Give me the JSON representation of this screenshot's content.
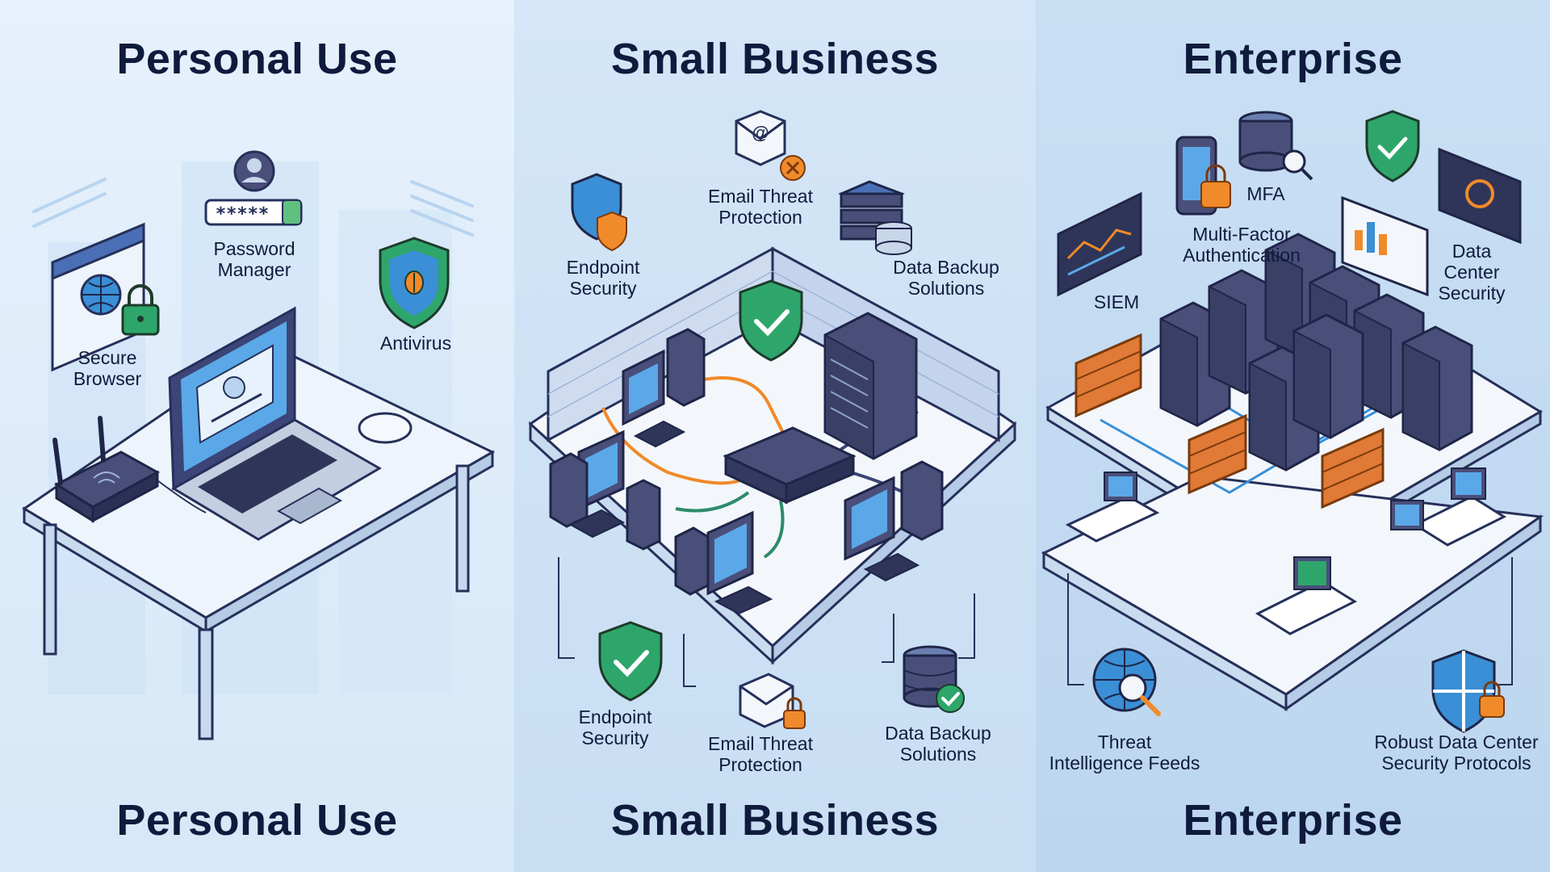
{
  "panels": [
    {
      "id": "personal",
      "title_top": "Personal Use",
      "title_bottom": "Personal Use",
      "labels": {
        "password_manager": "Password\nManager",
        "password_text": "*****",
        "secure_browser": "Secure\nBrowser",
        "antivirus": "Antivirus"
      }
    },
    {
      "id": "small",
      "title_top": "Small Business",
      "title_bottom": "Small Business",
      "labels": {
        "email_top": "Email Threat\nProtection",
        "email_symbol": "@",
        "endpoint_top": "Endpoint\nSecurity",
        "backup_top": "Data Backup\nSolutions",
        "endpoint_bottom": "Endpoint\nSecurity",
        "email_bottom": "Email Threat\nProtection",
        "backup_bottom": "Data Backup\nSolutions"
      }
    },
    {
      "id": "enterprise",
      "title_top": "Enterprise",
      "title_bottom": "Enterprise",
      "labels": {
        "mfa": "MFA",
        "multi_factor": "Multi-Factor\nAuthentication",
        "siem": "SIEM",
        "data_center": "Data\nCenter\nSecurity",
        "threat_intel": "Threat\nIntelligence Feeds",
        "robust_dc": "Robust Data Center\nSecurity Protocols"
      }
    }
  ],
  "colors": {
    "navy": "#0f1b3d",
    "device": "#4a4f7a",
    "screen": "#5aa8e8",
    "shield_green": "#2ea66b",
    "shield_blue": "#3a8fd6",
    "orange": "#f08a2a",
    "brick": "#e07a36",
    "floor": "#f3f7fc"
  }
}
